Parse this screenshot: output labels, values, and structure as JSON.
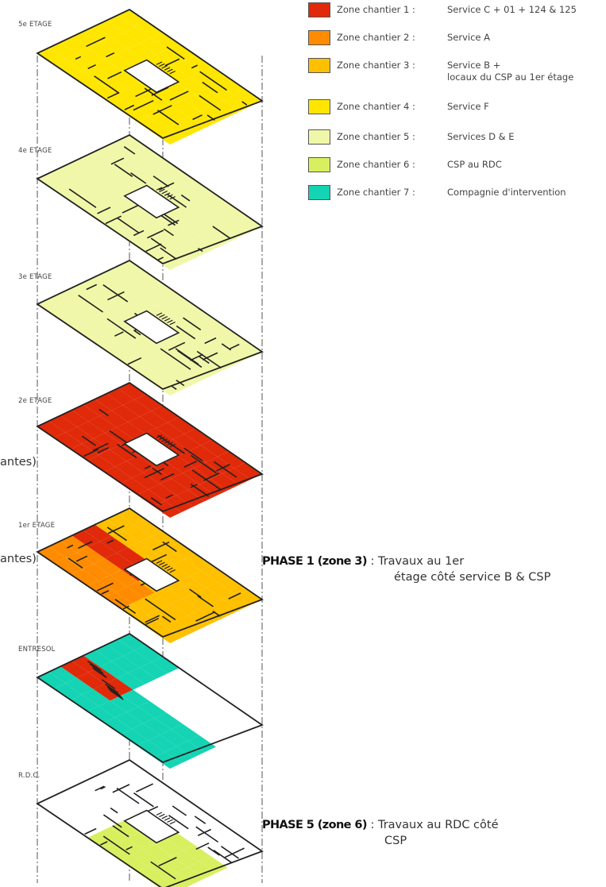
{
  "floors": [
    {
      "key": "f5",
      "label": "5e ETAGE"
    },
    {
      "key": "f4",
      "label": "4e ETAGE"
    },
    {
      "key": "f3",
      "label": "3e ETAGE"
    },
    {
      "key": "f2",
      "label": "2e ETAGE"
    },
    {
      "key": "f1",
      "label": "1er ETAGE"
    },
    {
      "key": "entresol",
      "label": "ENTRESOL"
    },
    {
      "key": "rdc",
      "label": "R.D.C."
    }
  ],
  "legend": [
    {
      "zone": "Zone chantier 1 :",
      "service": "Service C + 01 + 124 & 125",
      "color": "#e02a0a"
    },
    {
      "zone": "Zone chantier 2 :",
      "service": "Service A",
      "color": "#ff8c00"
    },
    {
      "zone": "Zone chantier 3 :",
      "service": "Service B +",
      "service2": "locaux du CSP au 1er étage",
      "color": "#ffc000"
    },
    {
      "zone": "Zone chantier 4 :",
      "service": "Service F",
      "color": "#ffe600"
    },
    {
      "zone": "Zone chantier 5 :",
      "service": "Services D & E",
      "color": "#f0f7a8"
    },
    {
      "zone": "Zone chantier 6 :",
      "service": "CSP au RDC",
      "color": "#d8f060"
    },
    {
      "zone": "Zone chantier 7 :",
      "service": "Compagnie d'intervention",
      "color": "#14d4b4"
    }
  ],
  "phases": [
    {
      "title": "PHASE 1 (zone 3)",
      "text": " : Travaux au 1er",
      "line2": "étage côté service B & CSP"
    },
    {
      "title": "PHASE 5 (zone 6)",
      "text": " : Travaux au RDC côté",
      "line2": "CSP"
    }
  ],
  "cut_text": [
    "antes)",
    "antes)"
  ]
}
